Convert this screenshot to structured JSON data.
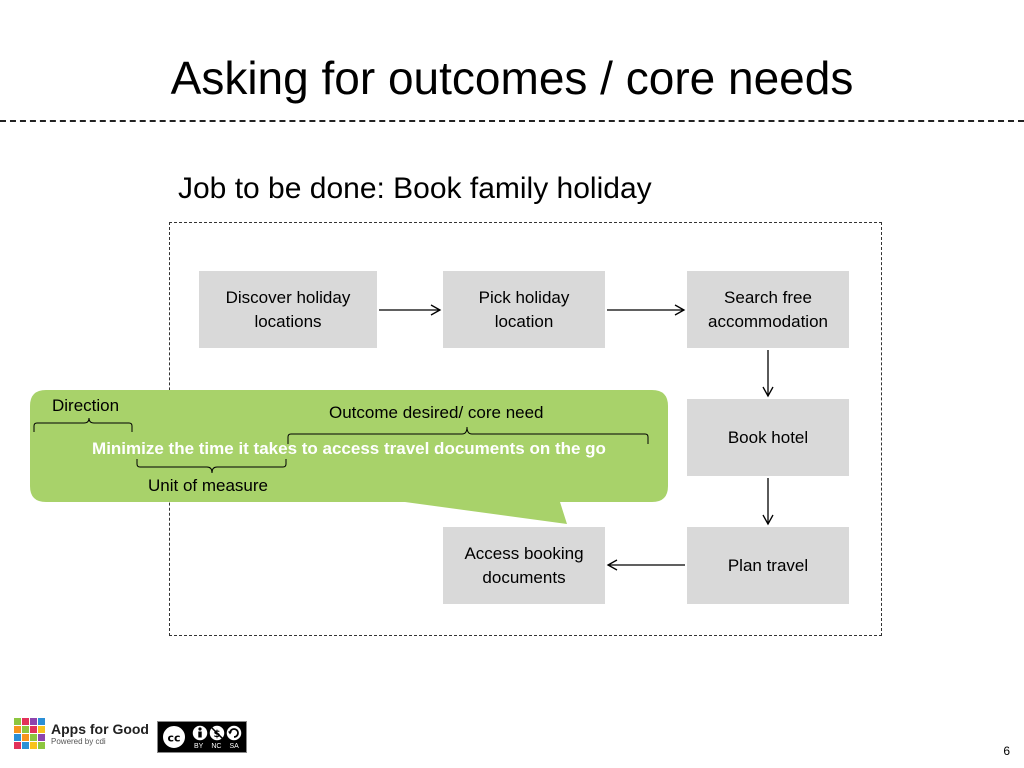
{
  "slide": {
    "title": "Asking for outcomes / core needs",
    "subtitle": "Job to be done: Book family holiday",
    "page_number": "6"
  },
  "steps": [
    {
      "label": "Discover holiday locations"
    },
    {
      "label": "Pick holiday location"
    },
    {
      "label": "Search free accommodation"
    },
    {
      "label": "Book hotel"
    },
    {
      "label": "Plan travel"
    },
    {
      "label": "Access booking documents"
    }
  ],
  "callout": {
    "statement": "Minimize the time it takes to access travel documents on the go",
    "direction_label": "Direction",
    "outcome_label": "Outcome desired/ core need",
    "unit_label": "Unit of measure"
  },
  "footer": {
    "brand": "Apps for Good",
    "powered_by": "Powered by cdi",
    "license_labels": [
      "BY",
      "NC",
      "SA"
    ]
  },
  "colors": {
    "callout_green": "#a8d26a",
    "step_fill": "#d9d9d9",
    "text": "#000000"
  }
}
